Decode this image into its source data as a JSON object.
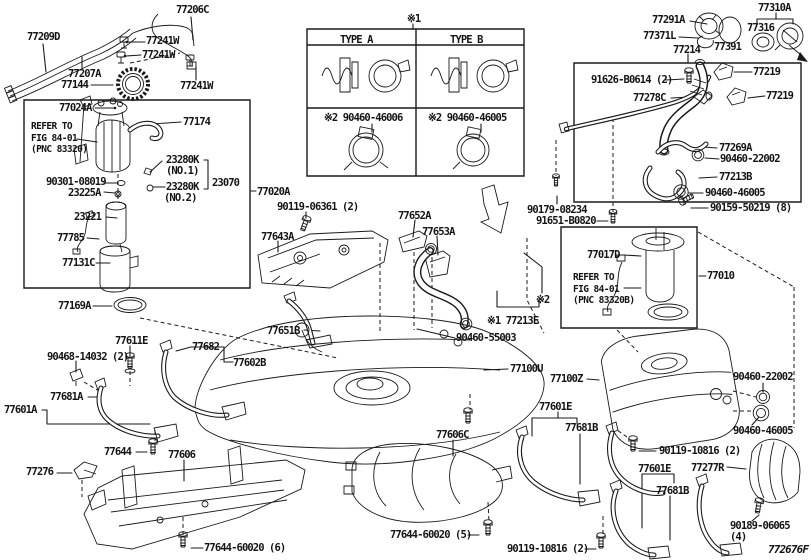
{
  "table": {
    "note": "※1",
    "col_a": "TYPE A",
    "col_b": "TYPE B",
    "clamp_a_label": "※2 90460-46006",
    "clamp_b_label": "※2 90460-46005"
  },
  "refer_notes": {
    "pump": "REFER TO\nFIG 84-01\n(PNC 83320)",
    "sender": "REFER TO\nFIG 84-01\n(PNC 83320B)"
  },
  "diagram_code": "772676F",
  "callouts": [
    "77209D",
    "77206C",
    "77241W",
    "77241W",
    "77207A",
    "77144",
    "77241W",
    "77024A",
    "77174",
    "23280K",
    "(NO.1)",
    "90301-08019",
    "23280K",
    "(NO.2)",
    "23070",
    "77020A",
    "23225A",
    "23221",
    "77785",
    "77131C",
    "77169A",
    "77291A",
    "77310A",
    "77371L",
    "77316",
    "77214",
    "77391",
    "91626-B0614 (2)",
    "77219",
    "77278C",
    "77219",
    "77269A",
    "90460-22002",
    "77213B",
    "90460-46005",
    "90159-50219 (8)",
    "90179-08234",
    "91651-B0820",
    "90119-06361 (2)",
    "77652A",
    "77643A",
    "77653A",
    "77651B",
    "77017D",
    "77010",
    "※2",
    "※1 77213E",
    "90460-55003",
    "77100U",
    "77100Z",
    "90460-22002",
    "77611E",
    "90468-14032 (2)",
    "77682",
    "77602B",
    "77681A",
    "77601A",
    "77644",
    "77606",
    "77276",
    "77644-60020 (6)",
    "77606C",
    "77644-60020 (5)",
    "90119-10816 (2)",
    "77601E",
    "77681B",
    "90460-46005",
    "90119-10816 (2)",
    "77601E",
    "77277R",
    "77681B",
    "90189-06065 (4)"
  ]
}
